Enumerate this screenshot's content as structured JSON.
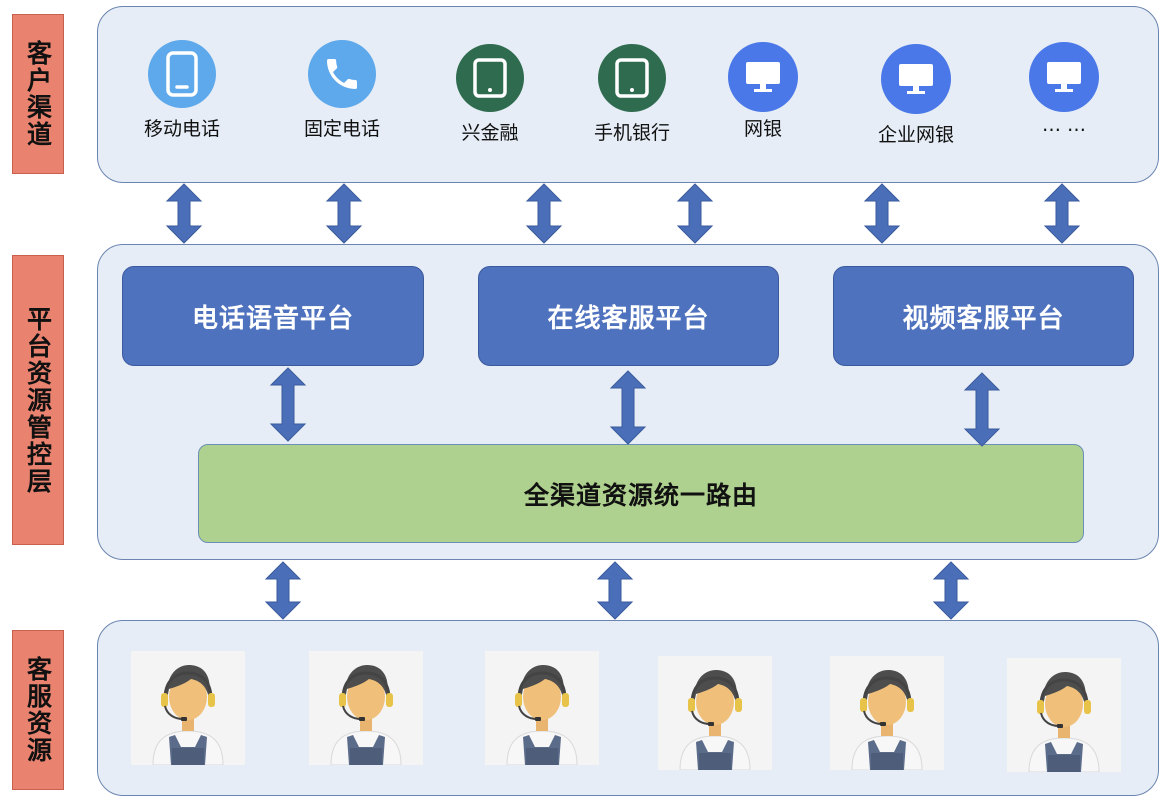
{
  "layers": {
    "customer_channels": "客户渠道",
    "platform_control": "平台资源管控层",
    "service_resources": "客服资源"
  },
  "channels": [
    {
      "label": "移动电话",
      "icon": "mobile-phone-icon",
      "color": "#5ea8ec"
    },
    {
      "label": "固定电话",
      "icon": "landline-phone-icon",
      "color": "#5ea8ec"
    },
    {
      "label": "兴金融",
      "icon": "tablet-icon",
      "color": "#2f6b4f"
    },
    {
      "label": "手机银行",
      "icon": "tablet-icon",
      "color": "#2f6b4f"
    },
    {
      "label": "网银",
      "icon": "monitor-icon",
      "color": "#4a78e8"
    },
    {
      "label": "企业网银",
      "icon": "monitor-icon",
      "color": "#4a78e8"
    },
    {
      "label": "… …",
      "icon": "monitor-icon",
      "color": "#4a78e8"
    }
  ],
  "platforms": [
    {
      "label": "电话语音平台"
    },
    {
      "label": "在线客服平台"
    },
    {
      "label": "视频客服平台"
    }
  ],
  "router": {
    "label": "全渠道资源统一路由"
  },
  "agents": {
    "icon": "customer-service-agent-icon",
    "count": 6
  },
  "colors": {
    "panel_bg": "#e6edf6",
    "side_label_bg": "#e9826f",
    "platform_bg": "#4f72be",
    "router_bg": "#aed18f",
    "arrow": "#4a6fb8"
  }
}
